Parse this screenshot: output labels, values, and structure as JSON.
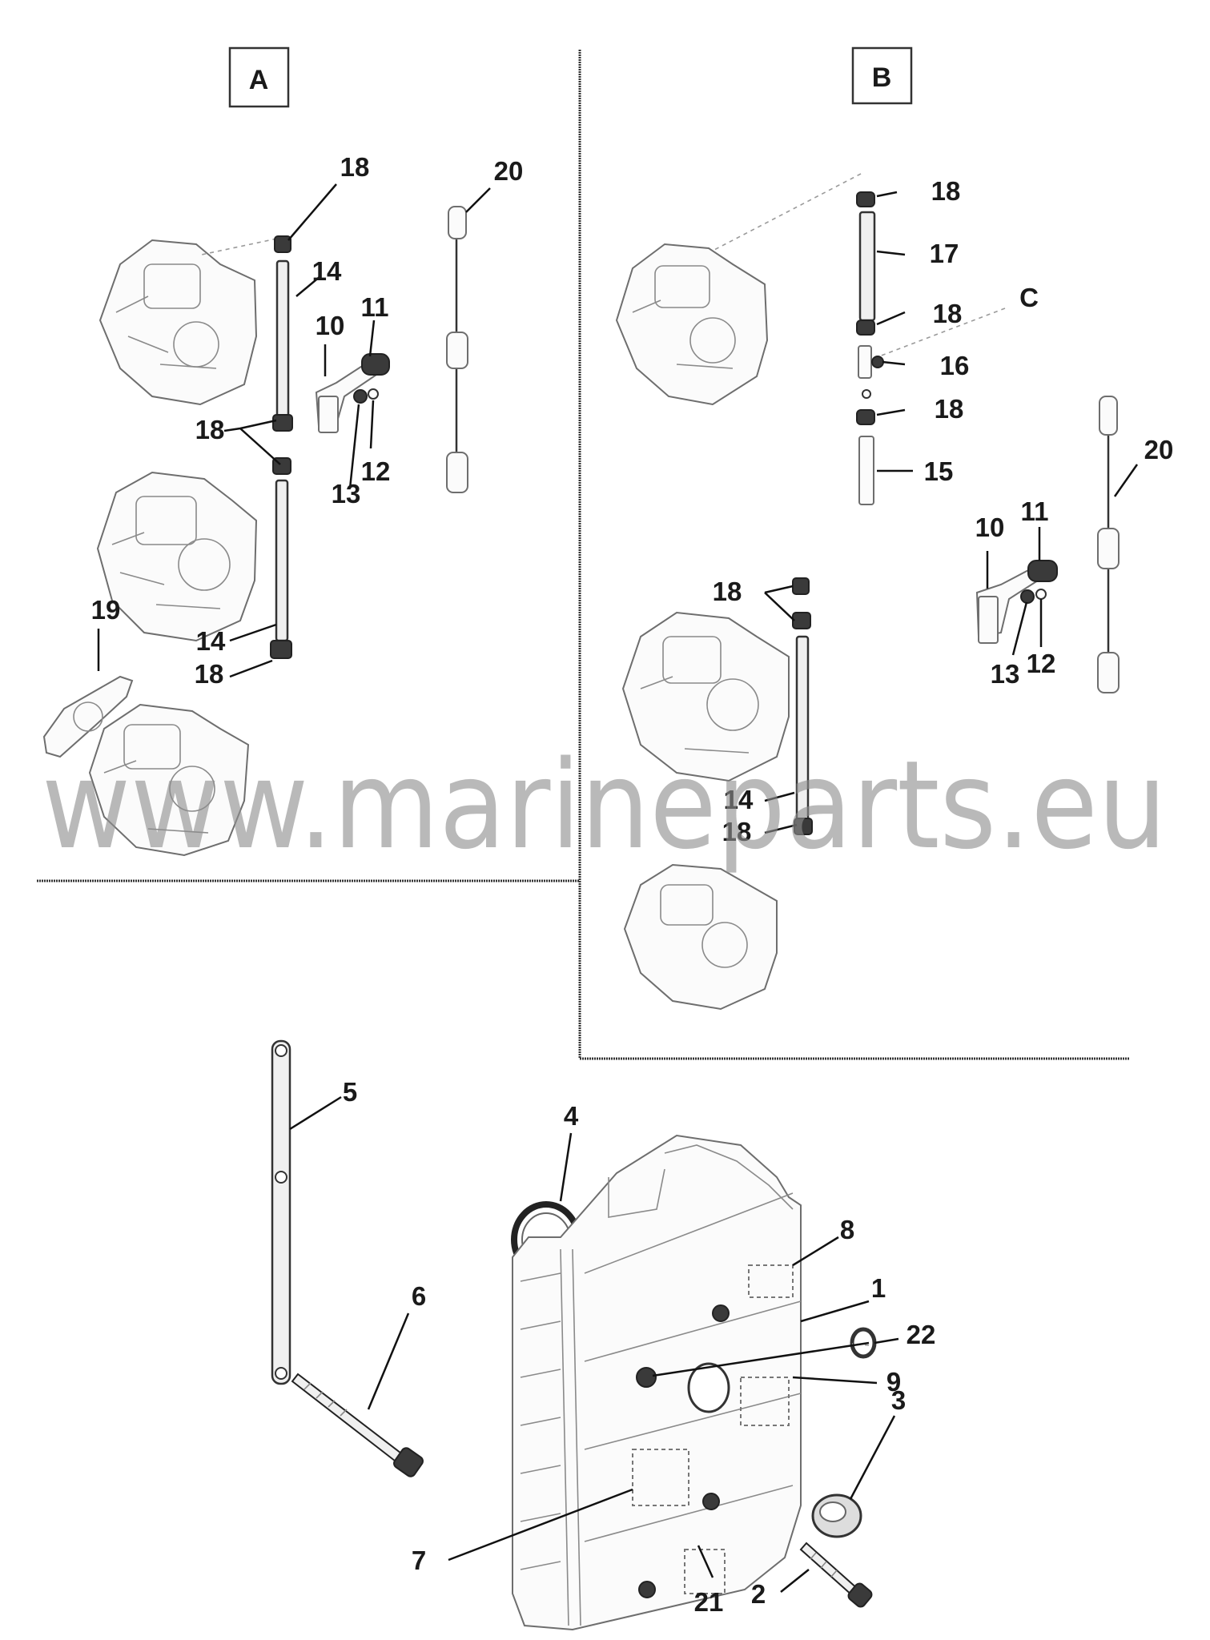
{
  "sections": {
    "a": "A",
    "b": "B"
  },
  "detail_c": "C",
  "callouts_a": [
    "18",
    "14",
    "10",
    "11",
    "18",
    "13",
    "12",
    "20",
    "19",
    "14",
    "18"
  ],
  "callouts_b": [
    "18",
    "17",
    "18",
    "16",
    "18",
    "15",
    "20",
    "10",
    "11",
    "13",
    "12",
    "18",
    "14",
    "18"
  ],
  "callouts_main": [
    "5",
    "6",
    "4",
    "8",
    "1",
    "22",
    "9",
    "3",
    "7",
    "2",
    "21"
  ],
  "watermark": "www.marineparts.eu"
}
